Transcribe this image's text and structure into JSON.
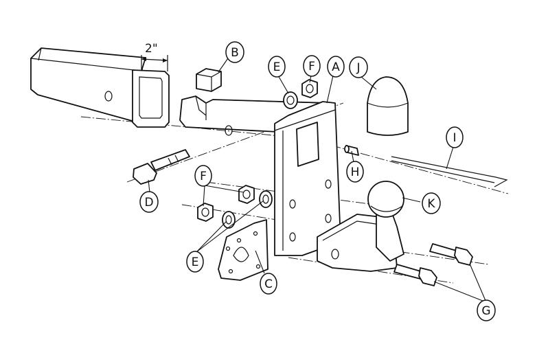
{
  "dimension_label": "2\"",
  "callouts": {
    "A": "A",
    "B": "B",
    "C": "C",
    "D": "D",
    "E1": "E",
    "E2": "E",
    "F1": "F",
    "F2": "F",
    "G": "G",
    "H": "H",
    "I": "I",
    "J": "J",
    "K": "K"
  }
}
